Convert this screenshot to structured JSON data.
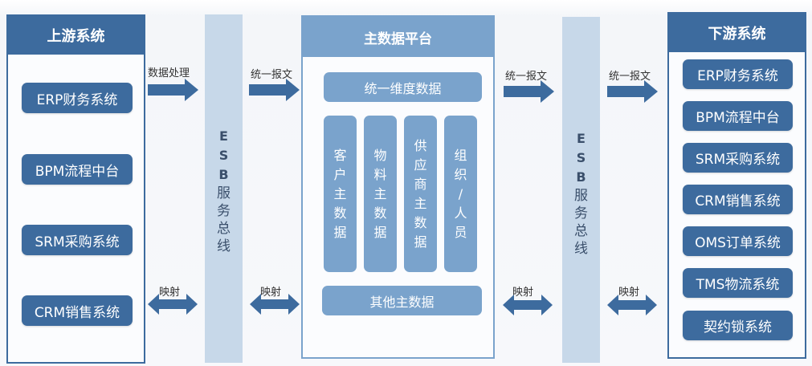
{
  "colors": {
    "dark_blue": "#3d6b9e",
    "light_blue": "#7aa3cc",
    "esb_bg": "#c7d8e9",
    "esb_text": "#3a4f6b"
  },
  "upstream": {
    "title": "上游系统",
    "systems": [
      "ERP财务系统",
      "BPM流程中台",
      "SRM采购系统",
      "CRM销售系统"
    ]
  },
  "esb": {
    "latin": [
      "E",
      "S",
      "B"
    ],
    "cjk": [
      "服",
      "务",
      "总",
      "线"
    ]
  },
  "platform": {
    "title": "主数据平台",
    "top_box": "统一维度数据",
    "columns": [
      [
        "客",
        "户",
        "主",
        "数",
        "据"
      ],
      [
        "物",
        "料",
        "主",
        "数",
        "据"
      ],
      [
        "供",
        "应",
        "商",
        "主",
        "数",
        "据"
      ],
      [
        "组",
        "织",
        "/",
        "人",
        "员"
      ]
    ],
    "bottom_box": "其他主数据"
  },
  "downstream": {
    "title": "下游系统",
    "systems": [
      "ERP财务系统",
      "BPM流程中台",
      "SRM采购系统",
      "CRM销售系统",
      "OMS订单系统",
      "TMS物流系统",
      "契约锁系统"
    ]
  },
  "arrows": {
    "upstream_to_esb": "数据处理",
    "esb_to_platform": "统一报文",
    "platform_to_esb": "统一报文",
    "esb_to_downstream": "统一报文",
    "mapping_1": "映射",
    "mapping_2": "映射",
    "mapping_3": "映射",
    "mapping_4": "映射"
  }
}
